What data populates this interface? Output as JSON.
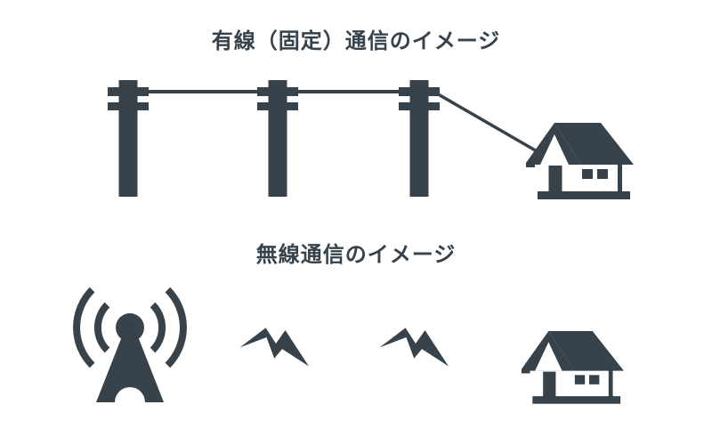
{
  "page": {
    "background_color": "#ffffff",
    "icon_color": "#37424B"
  },
  "sections": {
    "wired": {
      "title": "有線（固定）通信のイメージ",
      "icons": [
        "utility-pole",
        "utility-pole",
        "utility-pole",
        "house"
      ],
      "connections": [
        "overhead-wire-between-poles",
        "drop-wire-from-pole-to-house"
      ]
    },
    "wireless": {
      "title": "無線通信のイメージ",
      "icons": [
        "radio-tower",
        "lightning-bolt",
        "lightning-bolt",
        "house"
      ]
    }
  }
}
